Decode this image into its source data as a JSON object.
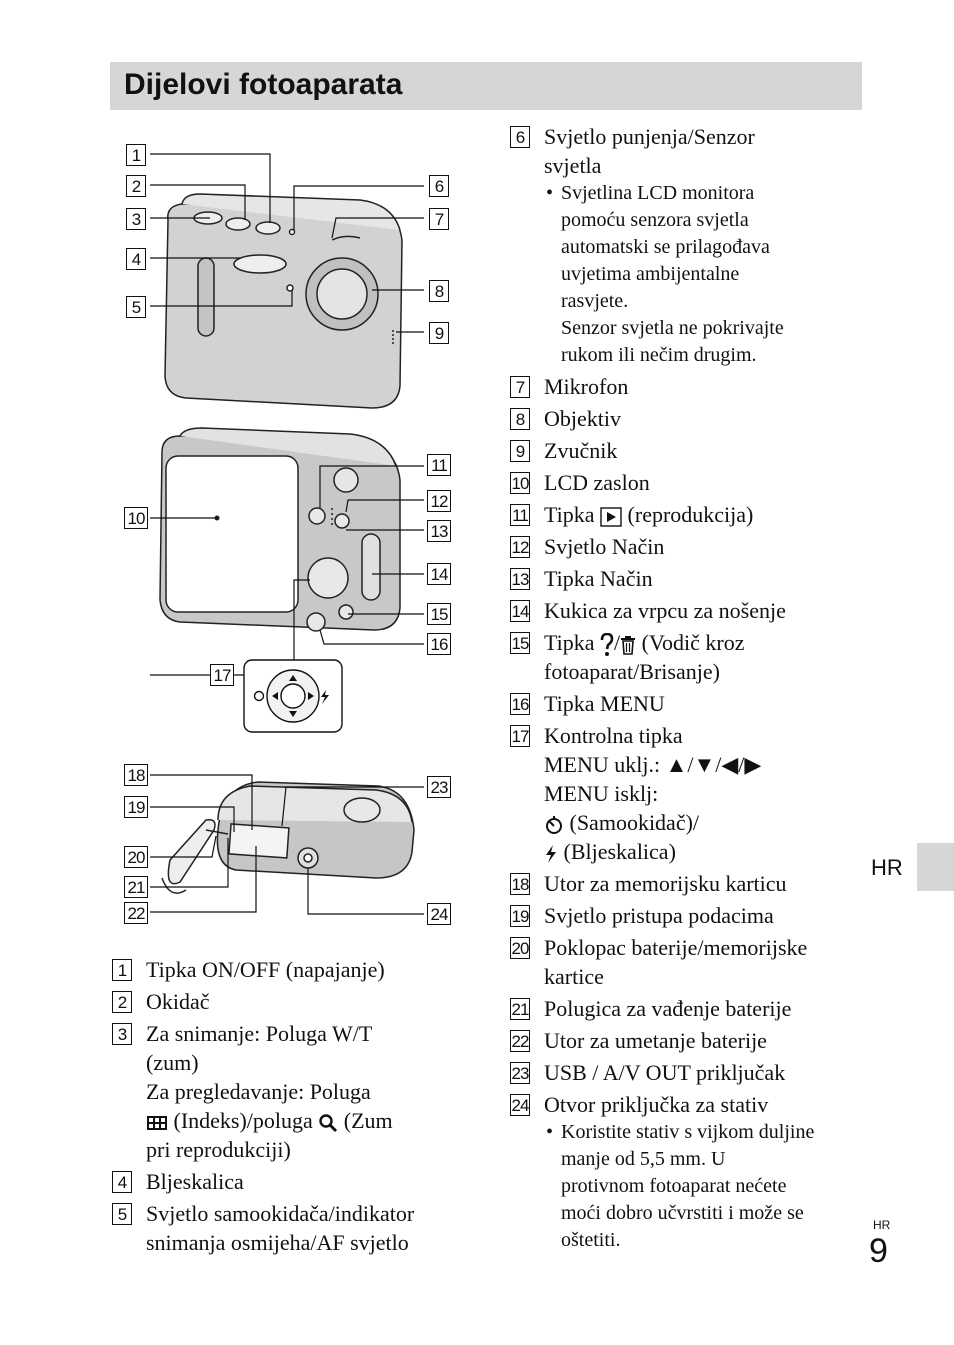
{
  "header": {
    "title": "Dijelovi fotoaparata"
  },
  "side_tab": {
    "lang": "HR"
  },
  "footer": {
    "lang": "HR",
    "page": "9"
  },
  "diagram_labels": [
    "1",
    "2",
    "3",
    "4",
    "5",
    "6",
    "7",
    "8",
    "9",
    "10",
    "11",
    "12",
    "13",
    "14",
    "15",
    "16",
    "17",
    "18",
    "19",
    "20",
    "21",
    "22",
    "23",
    "24"
  ],
  "left_items": [
    {
      "num": "1",
      "text": "Tipka ON/OFF (napajanje)"
    },
    {
      "num": "2",
      "text": "Okidač"
    },
    {
      "num": "3",
      "line1": "Za snimanje: Poluga W/T",
      "line2": "(zum)",
      "line3": "Za pregledavanje: Poluga",
      "line4a": "(Indeks)/poluga",
      "line4b": "(Zum",
      "line5": "pri reprodukciji)"
    },
    {
      "num": "4",
      "text": "Bljeskalica"
    },
    {
      "num": "5",
      "line1": "Svjetlo samookidača/indikator",
      "line2": "snimanja osmijeha/AF svjetlo"
    }
  ],
  "right_items": {
    "i6": {
      "num": "6",
      "line1": "Svjetlo punjenja/Senzor",
      "line2": "svjetla",
      "bullet": [
        "Svjetlina LCD monitora",
        "pomoću senzora svjetla",
        "automatski se prilagođava",
        "uvjetima ambijentalne",
        "rasvjete."
      ],
      "note": [
        "Senzor svjetla ne pokrivajte",
        "rukom ili nečim drugim."
      ]
    },
    "i7": {
      "num": "7",
      "text": "Mikrofon"
    },
    "i8": {
      "num": "8",
      "text": "Objektiv"
    },
    "i9": {
      "num": "9",
      "text": "Zvučnik"
    },
    "i10": {
      "num": "10",
      "text": "LCD zaslon"
    },
    "i11": {
      "num": "11",
      "a": "Tipka",
      "b": "(reprodukcija)"
    },
    "i12": {
      "num": "12",
      "text": "Svjetlo Način"
    },
    "i13": {
      "num": "13",
      "text": "Tipka Način"
    },
    "i14": {
      "num": "14",
      "text": "Kukica za vrpcu za nošenje"
    },
    "i15": {
      "num": "15",
      "a": "Tipka",
      "sep": "/",
      "b": "(Vodič kroz",
      "line2": "fotoaparat/Brisanje)"
    },
    "i16": {
      "num": "16",
      "text": "Tipka MENU"
    },
    "i17": {
      "num": "17",
      "line1": "Kontrolna tipka",
      "line2": "MENU uklj.: ▲/▼/◀/▶",
      "line3": "MENU isklj:",
      "line4": "(Samookidač)/",
      "line5": "(Bljeskalica)"
    },
    "i18": {
      "num": "18",
      "text": "Utor za memorijsku karticu"
    },
    "i19": {
      "num": "19",
      "text": "Svjetlo pristupa podacima"
    },
    "i20": {
      "num": "20",
      "line1": "Poklopac baterije/memorijske",
      "line2": "kartice"
    },
    "i21": {
      "num": "21",
      "text": "Polugica za vađenje baterije"
    },
    "i22": {
      "num": "22",
      "text": "Utor za umetanje baterije"
    },
    "i23": {
      "num": "23",
      "text": "USB / A/V OUT priključak"
    },
    "i24": {
      "num": "24",
      "text": "Otvor priključka za stativ",
      "bullet": [
        "Koristite stativ s vijkom duljine",
        "manje od 5,5 mm. U",
        "protivnom fotoaparat nećete",
        "moći dobro učvrstiti i može se",
        "oštetiti."
      ]
    }
  },
  "icons": {
    "playback": "play-button-icon",
    "help": "question-mark-icon",
    "trash": "trash-icon",
    "index": "index-grid-icon",
    "zoom": "magnifier-icon",
    "self_timer": "self-timer-icon",
    "flash": "flash-icon"
  }
}
